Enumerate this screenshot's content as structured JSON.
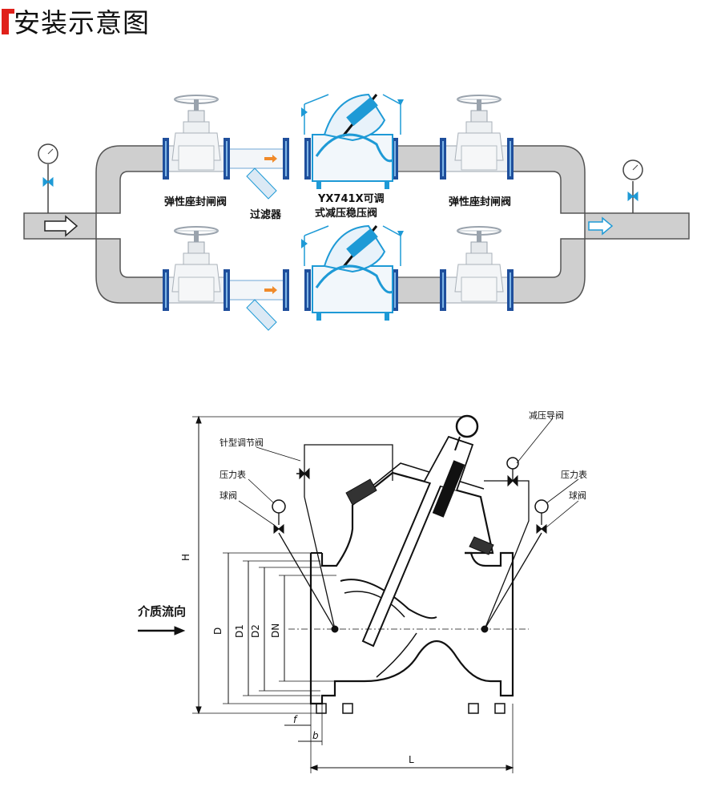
{
  "title": "安装示意图",
  "top_diagram": {
    "labels": {
      "gate_valve_left": "弹性座封闸阀",
      "filter": "过滤器",
      "prv_line1": "YX741X可调",
      "prv_line2": "式减压稳压阀",
      "gate_valve_right": "弹性座封闸阀"
    },
    "colors": {
      "pipe": "#c9c9c9",
      "flange": "#1f4f9c",
      "valve_accent": "#1e9ad6"
    }
  },
  "bottom_diagram": {
    "labels": {
      "needle_valve": "针型调节阀",
      "gauge_left": "压力表",
      "ball_valve_left": "球阀",
      "pilot_valve": "减压导阀",
      "gauge_right": "压力表",
      "ball_valve_right": "球阀",
      "flow": "介质流向",
      "dim_H": "H",
      "dim_D": "D",
      "dim_D1": "D1",
      "dim_D2": "D2",
      "dim_DN": "DN",
      "dim_f": "f",
      "dim_b": "b",
      "dim_L": "L"
    }
  }
}
